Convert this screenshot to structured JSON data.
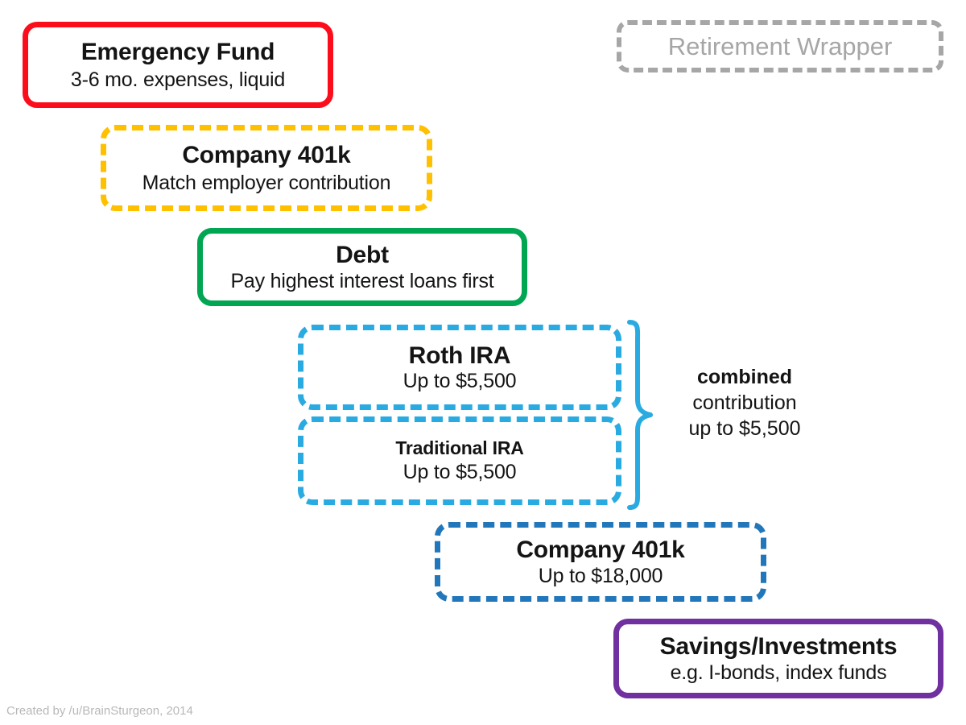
{
  "diagram": {
    "title_label": "Retirement Wrapper",
    "credit": "Created by /u/BrainSturgeon, 2014",
    "colors": {
      "emergency_fund": "#fc0d1b",
      "company_401k_match": "#ffc000",
      "debt": "#00a651",
      "roth_ira": "#29abe2",
      "traditional_ira": "#29abe2",
      "company_401k_cap": "#2277bb",
      "savings_investments": "#7030a0",
      "wrapper_label": "#a6a6a6",
      "brace": "#29abe2",
      "text": "#141414",
      "credit_text": "#b8b8b8"
    },
    "steps": [
      {
        "id": "emergency-fund",
        "title": "Emergency Fund",
        "subtitle": "3-6 mo. expenses, liquid",
        "border_style": "solid"
      },
      {
        "id": "company-401k-match",
        "title": "Company 401k",
        "subtitle": "Match employer contribution",
        "border_style": "dashed"
      },
      {
        "id": "debt",
        "title": "Debt",
        "subtitle": "Pay highest interest loans first",
        "border_style": "solid"
      },
      {
        "id": "roth-ira",
        "title": "Roth IRA",
        "subtitle": "Up to $5,500",
        "border_style": "dashed"
      },
      {
        "id": "traditional-ira",
        "title": "Traditional IRA",
        "subtitle": "Up to $5,500",
        "border_style": "dashed"
      },
      {
        "id": "company-401k-cap",
        "title": "Company 401k",
        "subtitle": "Up to $18,000",
        "border_style": "dashed"
      },
      {
        "id": "savings-investments",
        "title": "Savings/Investments",
        "subtitle": "e.g. I-bonds, index funds",
        "border_style": "solid"
      }
    ],
    "combined_note": {
      "line1": "combined",
      "line2": "contribution",
      "line3": "up to $5,500"
    }
  }
}
